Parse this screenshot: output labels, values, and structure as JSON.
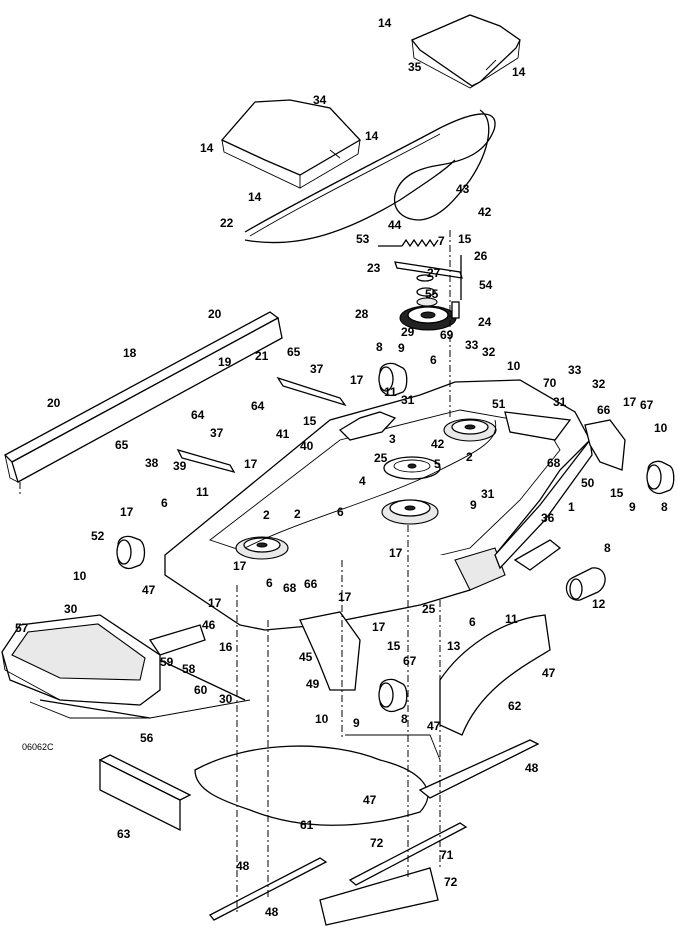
{
  "drawing_code": "06062C",
  "callouts": [
    "14",
    "35",
    "14",
    "34",
    "14",
    "14",
    "14",
    "22",
    "43",
    "42",
    "44",
    "53",
    "7",
    "15",
    "23",
    "26",
    "27",
    "54",
    "55",
    "28",
    "24",
    "29",
    "69",
    "33",
    "32",
    "10",
    "8",
    "9",
    "6",
    "20",
    "65",
    "18",
    "21",
    "37",
    "64",
    "19",
    "17",
    "31",
    "70",
    "33",
    "32",
    "11",
    "51",
    "31",
    "66",
    "17",
    "67",
    "20",
    "15",
    "10",
    "41",
    "42",
    "2",
    "65",
    "64",
    "37",
    "40",
    "38",
    "39",
    "3",
    "25",
    "5",
    "68",
    "4",
    "31",
    "17",
    "50",
    "15",
    "9",
    "8",
    "11",
    "6",
    "2",
    "1",
    "2",
    "6",
    "17",
    "17",
    "36",
    "8",
    "52",
    "9",
    "17",
    "10",
    "47",
    "6",
    "68",
    "66",
    "17",
    "25",
    "12",
    "30",
    "17",
    "57",
    "46",
    "6",
    "11",
    "17",
    "15",
    "13",
    "16",
    "45",
    "67",
    "59",
    "58",
    "49",
    "47",
    "60",
    "30",
    "10",
    "9",
    "8",
    "47",
    "62",
    "56",
    "48",
    "47",
    "63",
    "61",
    "48",
    "72",
    "71",
    "72",
    "48"
  ]
}
